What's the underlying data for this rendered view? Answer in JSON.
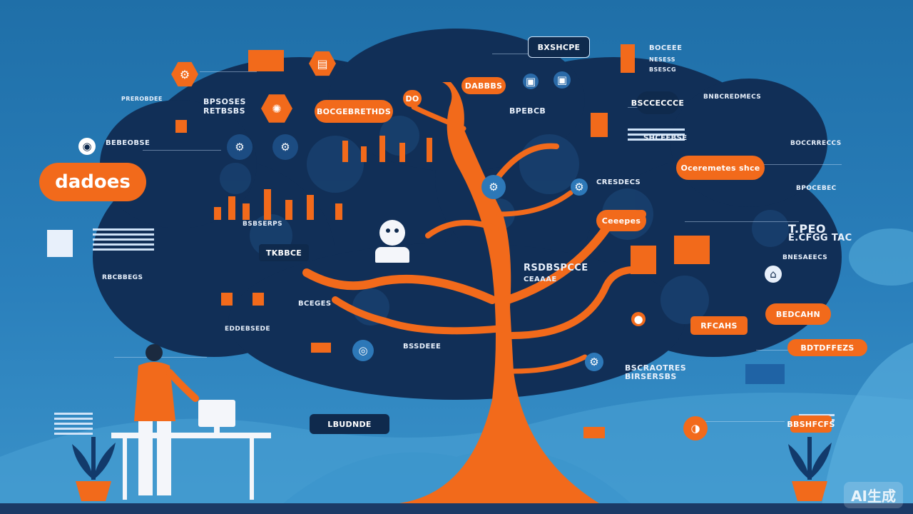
{
  "badge": "dadoes",
  "pills": [
    "BXSHCPE",
    "DABBBS",
    "BOCGEBRETHDS",
    "DO",
    "Oceremetes shce",
    "Ceeepes",
    "TKBBCE",
    "BSCCECCCE",
    "RFCAHS",
    "BEDCAHN",
    "BDTDFFEZS",
    "LBUDNDE",
    "BBSHFCFS"
  ],
  "labels": [
    "BEBEOBSE",
    "PREROBDEE",
    "BPSOSES",
    "RETBSBS",
    "BPEBCB",
    "BOCEEE",
    "NESESS",
    "BSESCG",
    "CRESDECS",
    "RSDBSPCCE",
    "CEAAAE",
    "BSBSERPS",
    "SHCEEBSE",
    "BNBCREDMECS",
    "BOCCRRECCS",
    "BPOCEBEC",
    "T.PEO",
    "E.CFGG TAC",
    "BNESAEECS",
    "RBCBBEGS",
    "EDDEBSEDE",
    "BCEGES",
    "BSSDEEE",
    "BSCRAOTRES",
    "BIRSERSBS"
  ],
  "watermark": "AI生成",
  "colors": {
    "background": "#2a7fbb",
    "canopy": "#112f57",
    "tree": "#f26a1b",
    "accent": "#f26a1b",
    "navy": "#0f2a4d"
  },
  "icons": [
    "hex-gear-icon",
    "hex-chart-icon",
    "hex-brain-icon",
    "gear-icon",
    "eye-icon",
    "monitor-icon",
    "robot-icon",
    "person-icon",
    "plant-icon"
  ]
}
